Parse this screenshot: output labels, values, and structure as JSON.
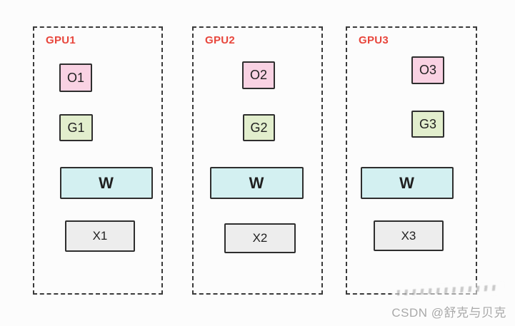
{
  "colors": {
    "background": "#fcfcfc",
    "panel_border": "#3a3a3a",
    "box_border": "#2e2e2e",
    "gpu_label": "#e8463c",
    "optimizer_fill": "#f9d2e3",
    "gradient_fill": "#e2eecd",
    "weight_fill": "#d3f0f1",
    "input_fill": "#ededed",
    "box_text": "#1f1f1f",
    "watermark_text": "#a8a8a8"
  },
  "gpus": [
    {
      "label": "GPU1",
      "optimizer": "O1",
      "gradient": "G1",
      "weight": "W",
      "input": "X1"
    },
    {
      "label": "GPU2",
      "optimizer": "O2",
      "gradient": "G2",
      "weight": "W",
      "input": "X2"
    },
    {
      "label": "GPU3",
      "optimizer": "O3",
      "gradient": "G3",
      "weight": "W",
      "input": "X3"
    }
  ],
  "watermark": "CSDN @舒克与贝克"
}
